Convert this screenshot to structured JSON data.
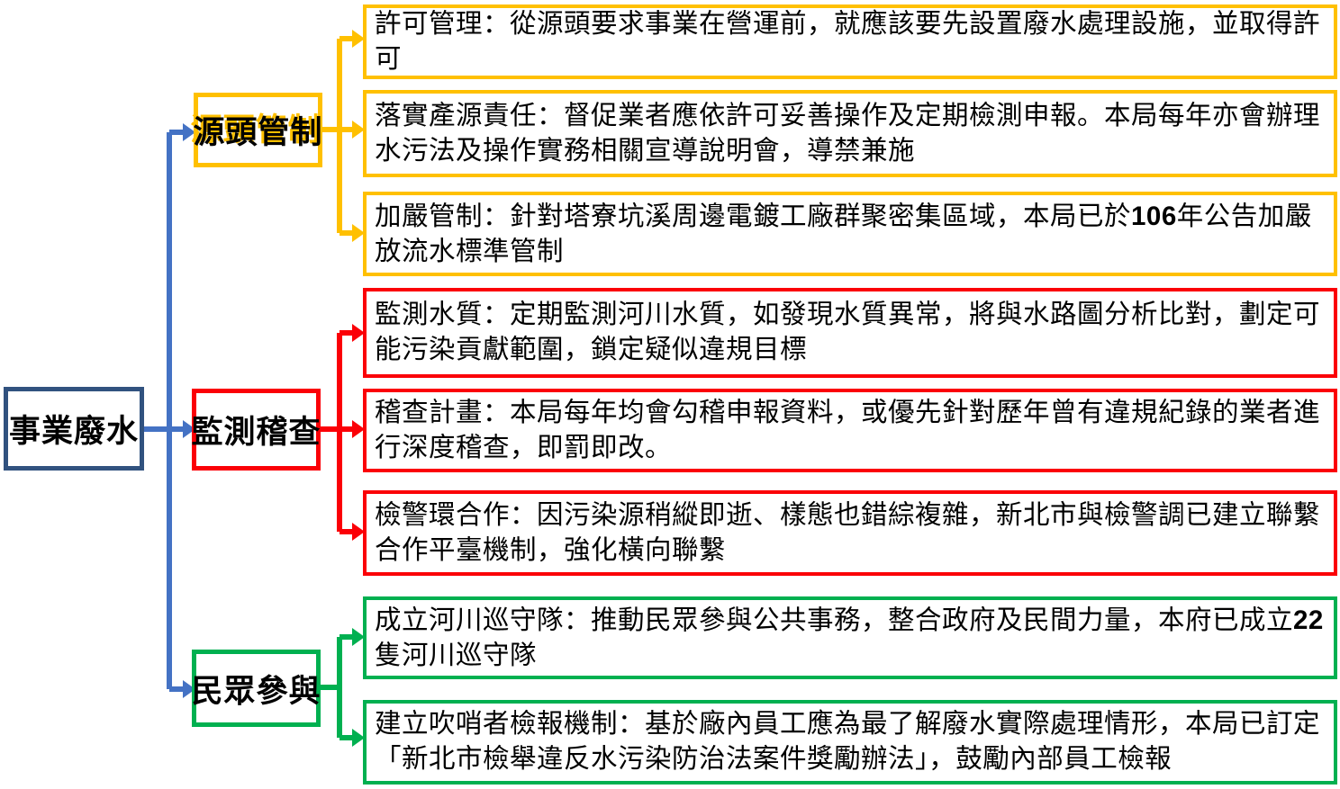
{
  "colors": {
    "background": "#FFFFFF",
    "text": "#000000",
    "root_border": "#31527F",
    "connector_blue": "#4472C4",
    "branch_yellow": "#FFC000",
    "branch_red": "#FB0007",
    "branch_green": "#00B050"
  },
  "root": {
    "label": "事業廢水"
  },
  "branches": [
    {
      "label": "源頭管制",
      "color": "#FFC000",
      "items": [
        {
          "runs": [
            {
              "t": "許可管理：從源頭要求事業在營運前，就應該要先設置廢水處理設施，並取得許可",
              "b": false
            }
          ]
        },
        {
          "runs": [
            {
              "t": "落實產源責任：督促業者應依許可妥善操作及定期檢測申報。本局每年亦會辦理水污法及操作實務相關宣導說明會，導禁兼施",
              "b": false
            }
          ]
        },
        {
          "runs": [
            {
              "t": "加嚴管制：針對塔寮坑溪周邊電鍍工廠群聚密集區域，本局已於",
              "b": false
            },
            {
              "t": "106",
              "b": true
            },
            {
              "t": "年公告加嚴放流水標準管制",
              "b": false
            }
          ]
        }
      ]
    },
    {
      "label": "監測稽查",
      "color": "#FB0007",
      "items": [
        {
          "runs": [
            {
              "t": "監測水質：定期監測河川水質，如發現水質異常，將與水路圖分析比對，劃定可能污染貢獻範圍，鎖定疑似違規目標",
              "b": false
            }
          ]
        },
        {
          "runs": [
            {
              "t": "稽查計畫：本局每年均會勾稽申報資料，或優先針對歷年曾有違規紀錄的業者進行深度稽查，即罰即改。",
              "b": false
            }
          ]
        },
        {
          "runs": [
            {
              "t": "檢警環合作：因污染源稍縱即逝、樣態也錯綜複雜，新北市與檢警調已建立聯繫合作平臺機制，強化橫向聯繫",
              "b": false
            }
          ]
        }
      ]
    },
    {
      "label": "民眾參與",
      "color": "#00B050",
      "items": [
        {
          "runs": [
            {
              "t": "成立河川巡守隊：推動民眾參與公共事務，整合政府及民間力量，本府已成立",
              "b": false
            },
            {
              "t": "22",
              "b": true
            },
            {
              "t": "隻河川巡守隊",
              "b": false
            }
          ]
        },
        {
          "runs": [
            {
              "t": "建立吹哨者檢報機制：基於廠內員工應為最了解廢水實際處理情形，本局已訂定「新北市檢舉違反水污染防治法案件獎勵辦法」，鼓勵內部員工檢報",
              "b": false
            }
          ]
        }
      ]
    }
  ]
}
